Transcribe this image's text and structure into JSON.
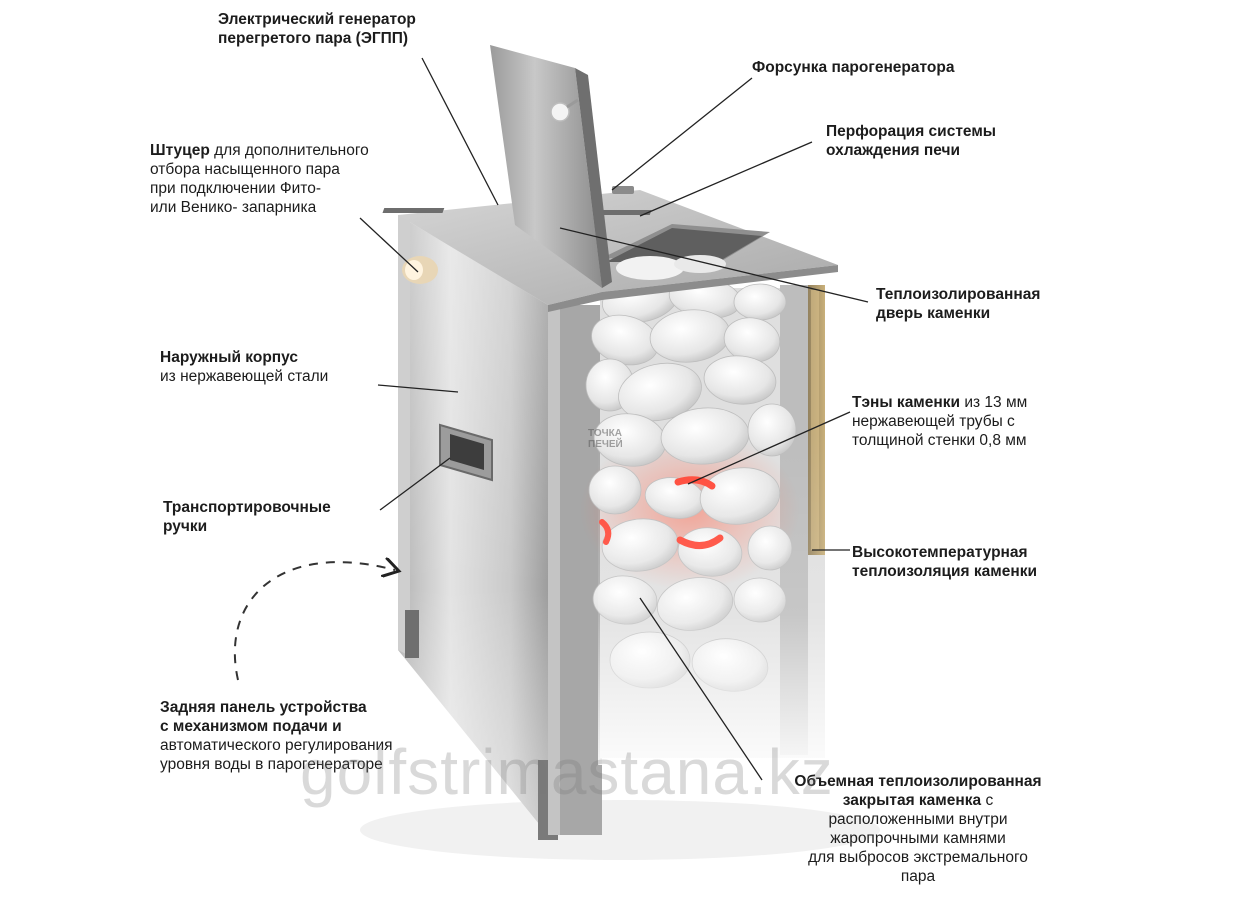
{
  "labels": {
    "egpp": {
      "bold_lines": [
        "Электрический генератор",
        "перегретого пара (ЭГПП)"
      ]
    },
    "forsunka": {
      "bold_lines": [
        "Форсунка парогенератора"
      ]
    },
    "perforation": {
      "bold_lines": [
        "Перфорация системы",
        "охлаждения печи"
      ]
    },
    "shtuzer": {
      "bold": "Штуцер",
      "rest_first": " для дополнительного",
      "lines": [
        "отбора насыщенного пара",
        "при подключении Фито-",
        "или Венико- запарника"
      ]
    },
    "door": {
      "bold_lines": [
        "Теплоизолированная",
        "дверь каменки"
      ]
    },
    "korpus": {
      "bold": "Наружный корпус",
      "lines": [
        "из нержавеющей стали"
      ]
    },
    "teny": {
      "bold": "Тэны каменки",
      "rest_first": " из 13 мм",
      "lines": [
        "нержавеющей трубы с",
        "толщиной стенки 0,8 мм"
      ]
    },
    "ruchki": {
      "bold_lines": [
        "Транспортировочные",
        "ручки"
      ]
    },
    "insulation": {
      "bold_lines": [
        "Высокотемпературная",
        "теплоизоляция каменки"
      ]
    },
    "panel": {
      "bold_lines": [
        "Задняя панель устройства",
        "с механизмом подачи и"
      ],
      "lines": [
        "автоматического регулирования",
        "уровня воды в парогенераторе"
      ]
    },
    "kamenka": {
      "bold_lines": [
        "Объемная теплоизолированная"
      ],
      "bold_tail": "закрытая каменка",
      "tail_rest": " с",
      "lines": [
        "расположенными внутри",
        "жаропрочными камнями",
        "для выбросов экстремального",
        "пара"
      ]
    }
  },
  "brand_text": [
    "ТОЧКА",
    "ПЕЧЕЙ"
  ],
  "watermark": "golfstrimastana.kz",
  "colors": {
    "steel_light": "#d9d9d9",
    "steel_dark": "#8e8e8e",
    "stone": "#ececec",
    "heater_glow": "#ff4a3a",
    "leader": "#222222"
  }
}
